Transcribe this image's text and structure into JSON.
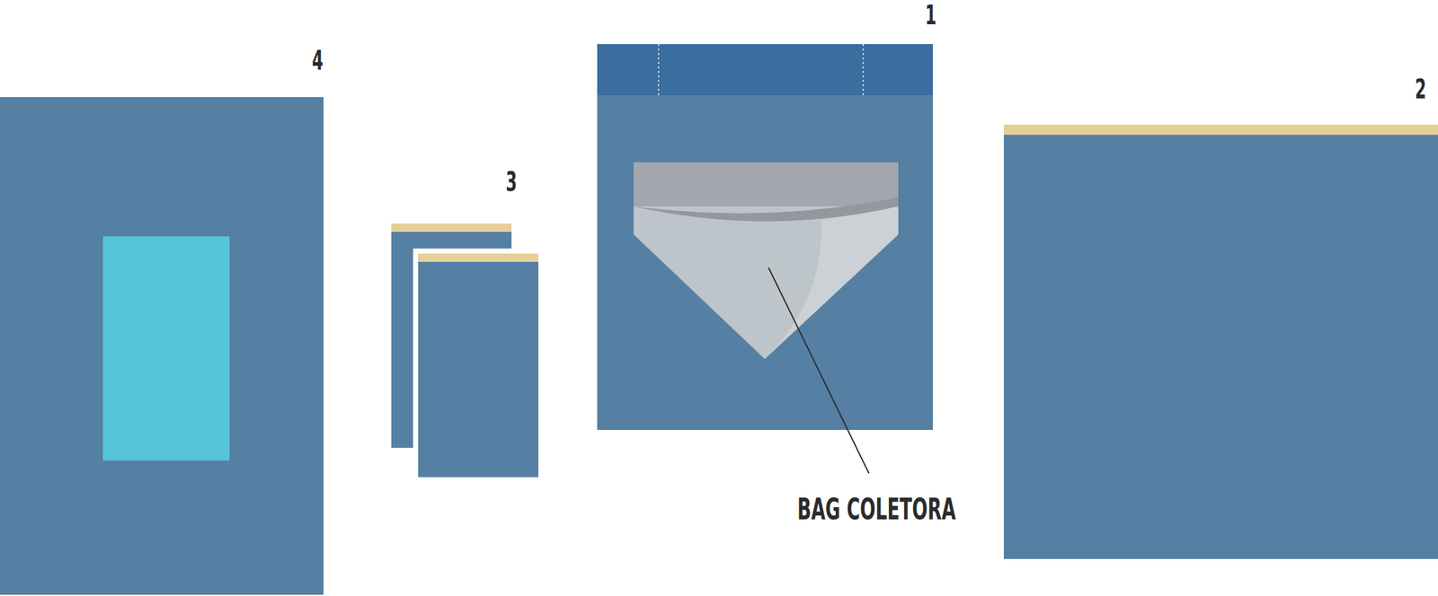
{
  "diagram": {
    "labels": [
      "4",
      "3",
      "1",
      "BAG COLETORA",
      "2"
    ]
  }
}
